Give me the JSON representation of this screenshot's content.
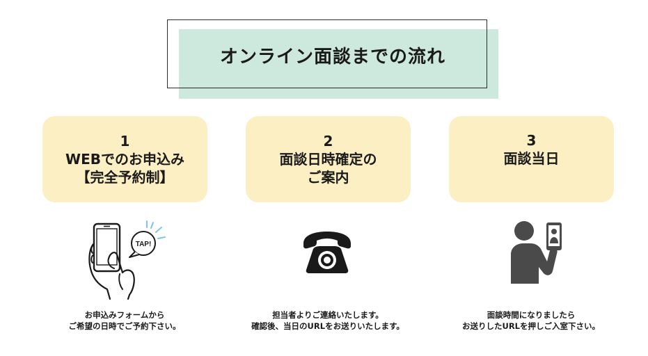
{
  "title": "オンライン面談までの流れ",
  "steps": [
    {
      "number": "1",
      "lines": [
        "WEBでのお申込み",
        "【完全予約制】"
      ],
      "icon": "phone-tap-icon",
      "icon_label": "TAP!",
      "description": [
        "お申込みフォームから",
        "ご希望の日時でご予約下さい。"
      ]
    },
    {
      "number": "2",
      "lines": [
        "面談日時確定の",
        "ご案内"
      ],
      "icon": "telephone-icon",
      "description": [
        "担当者よりご連絡いたします。",
        "確認後、当日のURLをお送りいたします。"
      ]
    },
    {
      "number": "3",
      "lines": [
        "面談当日"
      ],
      "icon": "video-call-person-icon",
      "description": [
        "面談時間になりましたら",
        "お送りしたURLを押しご入室下さい。"
      ]
    }
  ],
  "colors": {
    "title_accent": "#cde8dc",
    "card_background": "#fdefc4",
    "icon_gray": "#4a4a4a",
    "tap_accent": "#7fc4e8"
  }
}
